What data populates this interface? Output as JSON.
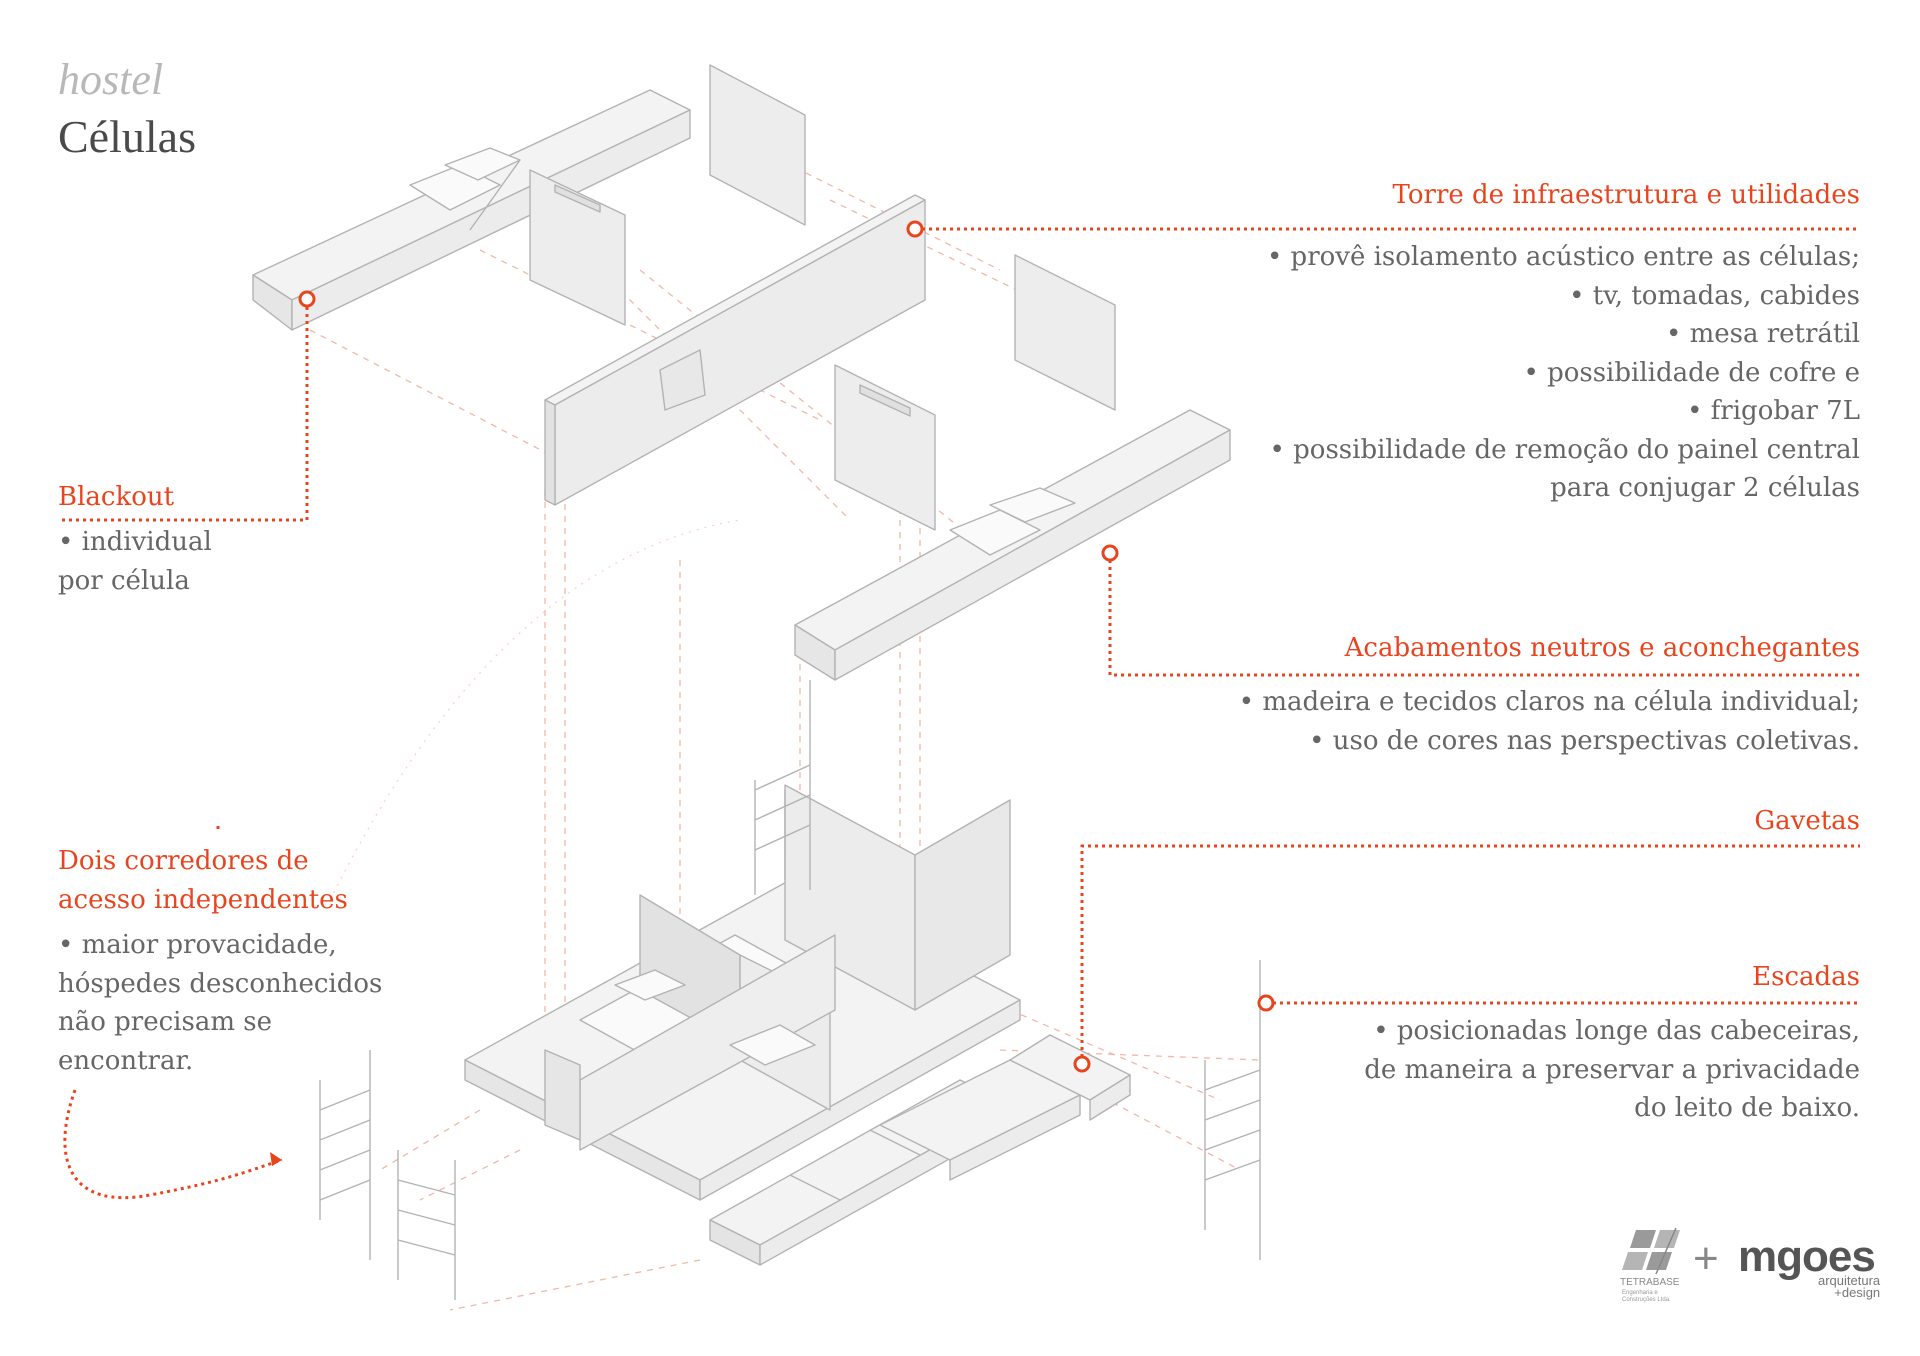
{
  "header": {
    "subtitle": "hostel",
    "title": "Células"
  },
  "annotations": {
    "torre": {
      "heading": "Torre de infraestrutura e utilidades",
      "bullets": [
        "• provê isolamento acústico entre as células;",
        "•  tv, tomadas, cabides",
        "• mesa retrátil",
        "• possibilidade de cofre e",
        "• frigobar 7L",
        "• possibilidade de remoção do painel central",
        "para conjugar 2 células"
      ]
    },
    "blackout": {
      "heading": "Blackout",
      "bullets": [
        "• individual",
        "por célula"
      ]
    },
    "acabamentos": {
      "heading": "Acabamentos neutros e aconchegantes",
      "bullets": [
        "• madeira e tecidos claros na célula individual;",
        "• uso de cores nas perspectivas coletivas."
      ]
    },
    "gavetas": {
      "heading": "Gavetas"
    },
    "escadas": {
      "heading": "Escadas",
      "bullets": [
        "• posicionadas longe das cabeceiras,",
        "de maneira a preservar a privacidade",
        "do leito de baixo."
      ]
    },
    "corredores": {
      "heading_lines": [
        "Dois corredores de",
        "acesso independentes"
      ],
      "bullets": [
        "• maior provacidade,",
        "hóspedes desconhecidos",
        "não precisam se",
        "encontrar."
      ]
    }
  },
  "logos": {
    "tetrabase": {
      "name": "TETRABASE",
      "sub": [
        "Engenharia e",
        "Construções Ltda."
      ]
    },
    "plus": "+",
    "mgoes": {
      "name": "mgoes",
      "sub": [
        "arquitetura",
        "+design"
      ]
    }
  },
  "colors": {
    "accent": "#e8451f",
    "text": "#666666",
    "title": "#4a4a4a",
    "drawing_stroke": "#b9b9b9",
    "drawing_fill": "#f2f2f2"
  }
}
